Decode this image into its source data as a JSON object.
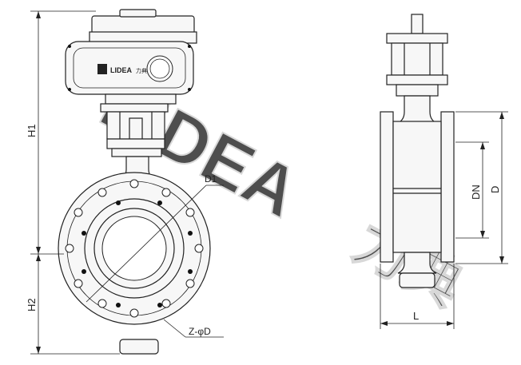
{
  "brand": {
    "name": "LIDEA",
    "cn": "力典"
  },
  "dimensions": {
    "h1": "H1",
    "h2": "H2",
    "d1": "D1",
    "holes": "Z-φD",
    "dn": "DN",
    "d": "D",
    "l": "L"
  }
}
